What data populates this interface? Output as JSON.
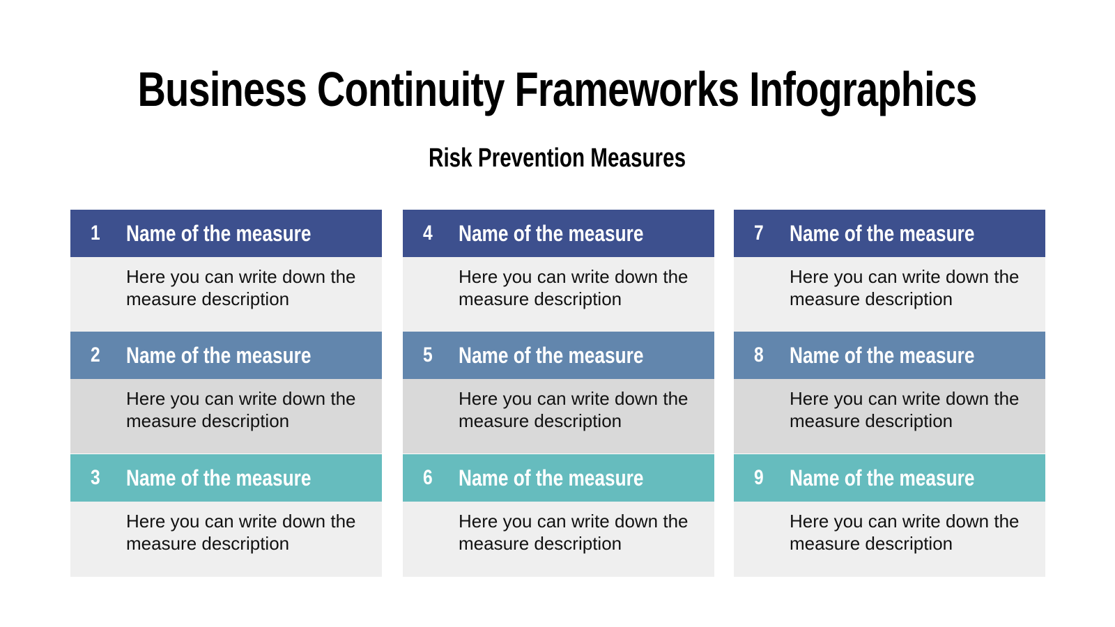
{
  "header": {
    "title": "Business Continuity Frameworks Infographics",
    "subtitle": "Risk Prevention Measures"
  },
  "colors": {
    "row1_header": "#3d508e",
    "row2_header": "#6286ad",
    "row3_header": "#66bcbe",
    "row1_body": "#efefef",
    "row2_body": "#d9d9d9",
    "row3_body": "#efefef"
  },
  "columns": [
    {
      "measures": [
        {
          "number": "1",
          "name": "Name of the measure",
          "description": "Here you can write down the measure description"
        },
        {
          "number": "2",
          "name": "Name of the measure",
          "description": "Here you can write down the measure description"
        },
        {
          "number": "3",
          "name": "Name of the measure",
          "description": "Here you can write down the measure description"
        }
      ]
    },
    {
      "measures": [
        {
          "number": "4",
          "name": "Name of the measure",
          "description": "Here you can write down the measure description"
        },
        {
          "number": "5",
          "name": "Name of the measure",
          "description": "Here you can write down the measure description"
        },
        {
          "number": "6",
          "name": "Name of the measure",
          "description": "Here you can write down the measure description"
        }
      ]
    },
    {
      "measures": [
        {
          "number": "7",
          "name": "Name of the measure",
          "description": "Here you can write down the measure description"
        },
        {
          "number": "8",
          "name": "Name of the measure",
          "description": "Here you can write down the measure description"
        },
        {
          "number": "9",
          "name": "Name of the measure",
          "description": "Here you can write down the measure description"
        }
      ]
    }
  ]
}
